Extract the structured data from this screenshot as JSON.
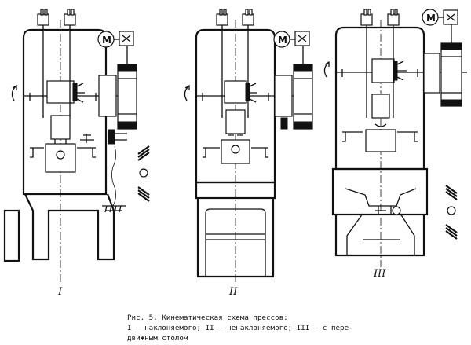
{
  "figure": {
    "motor_label": "M",
    "press_labels": [
      "I",
      "II",
      "III"
    ],
    "caption_lines": [
      "Рис. 5. Кинематическая схема прессов:",
      "I – наклоняемого; II – ненаклоняемого; III – с пере-",
      "движным столом"
    ]
  },
  "colors": {
    "ink": "#111111",
    "paper": "#ffffff"
  }
}
